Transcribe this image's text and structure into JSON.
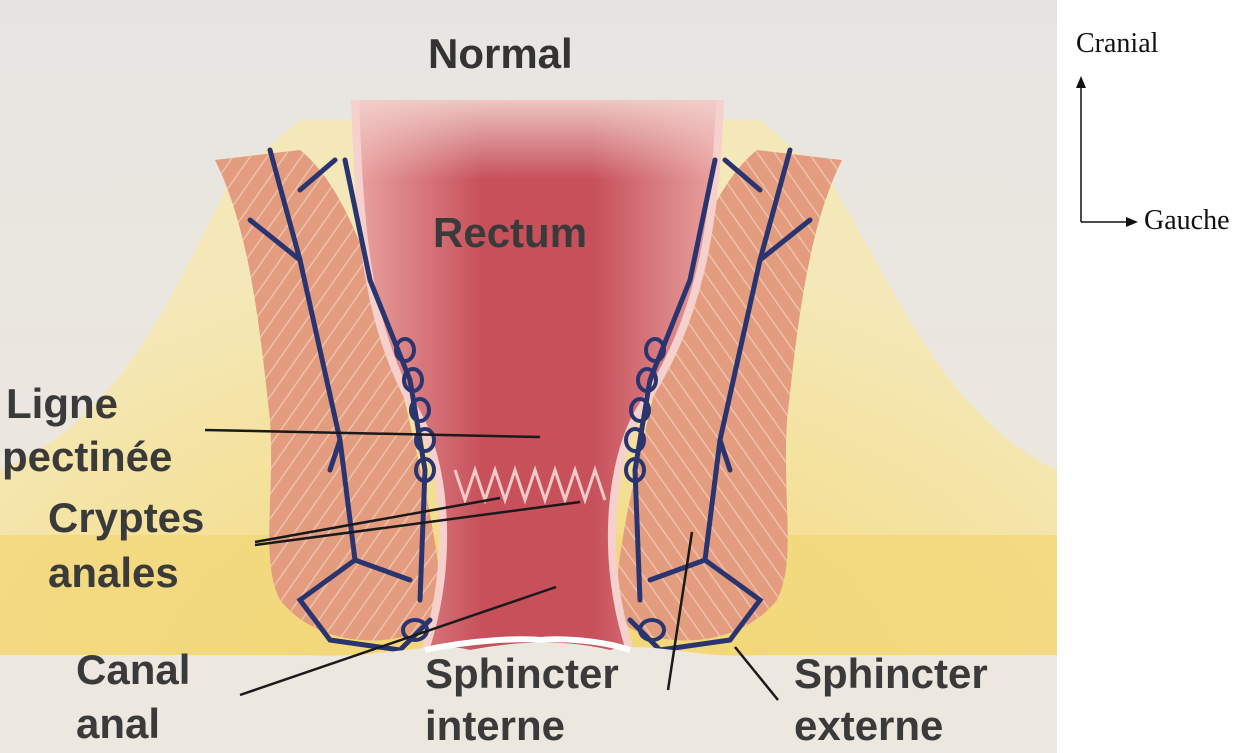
{
  "diagram": {
    "title": "Normal",
    "labels": {
      "rectum": "Rectum",
      "ligne_line1": "Ligne",
      "ligne_line2": "pectinée",
      "cryptes_line1": "Cryptes",
      "cryptes_line2": "anales",
      "canal_line1": "Canal",
      "canal_line2": "anal",
      "sph_int_line1": "Sphincter",
      "sph_int_line2": "interne",
      "sph_ext_line1": "Sphincter",
      "sph_ext_line2": "externe"
    }
  },
  "orientation": {
    "cranial": "Cranial",
    "gauche": "Gauche"
  },
  "colors": {
    "background": "#eae6e0",
    "fat": "#f2d66a",
    "muscle": "#e39a7c",
    "rectum": "#c9505a",
    "vessel": "#2a3570",
    "leader_line": "#1a1a1a"
  }
}
